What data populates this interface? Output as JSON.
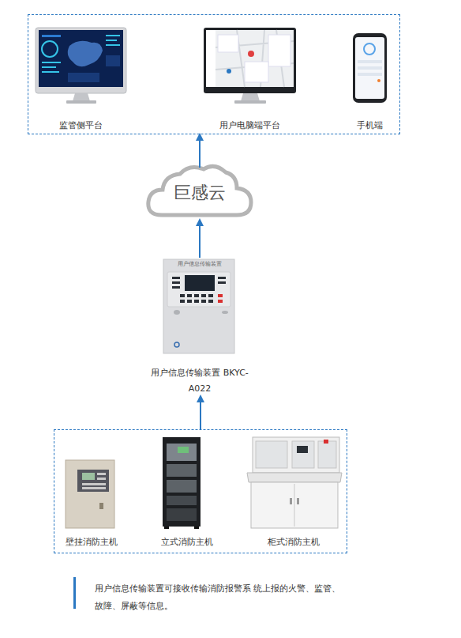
{
  "diagram": {
    "caption": "用户信息传输装置可接收传输消防报警系 统上报的火警、监管、 故障、屏蔽等信息。",
    "nodes": [
      {
        "text": []
      },
      {
        "text": [
          "监管侧平台"
        ],
        "in": 0
      },
      {
        "text": [
          "用户电脑端平台"
        ],
        "in": 0
      },
      {
        "text": [
          "手机端"
        ],
        "in": 0
      },
      {
        "text": [
          "巨感云"
        ]
      },
      {
        "text": [
          "用户信息传输装置",
          "用户信息传输装置 BKYC-A022"
        ]
      },
      {
        "text": []
      },
      {
        "text": [
          "壁挂消防主机"
        ],
        "in": 6
      },
      {
        "text": [
          "立式消防主机"
        ],
        "in": 6
      },
      {
        "text": [
          "柜式消防主机"
        ],
        "in": 6
      }
    ],
    "edges": [
      {
        "from": 4,
        "to": 0,
        "arrow": "to"
      },
      {
        "from": 5,
        "to": 4,
        "arrow": "to"
      },
      {
        "from": 6,
        "to": 5,
        "arrow": "to"
      }
    ]
  }
}
